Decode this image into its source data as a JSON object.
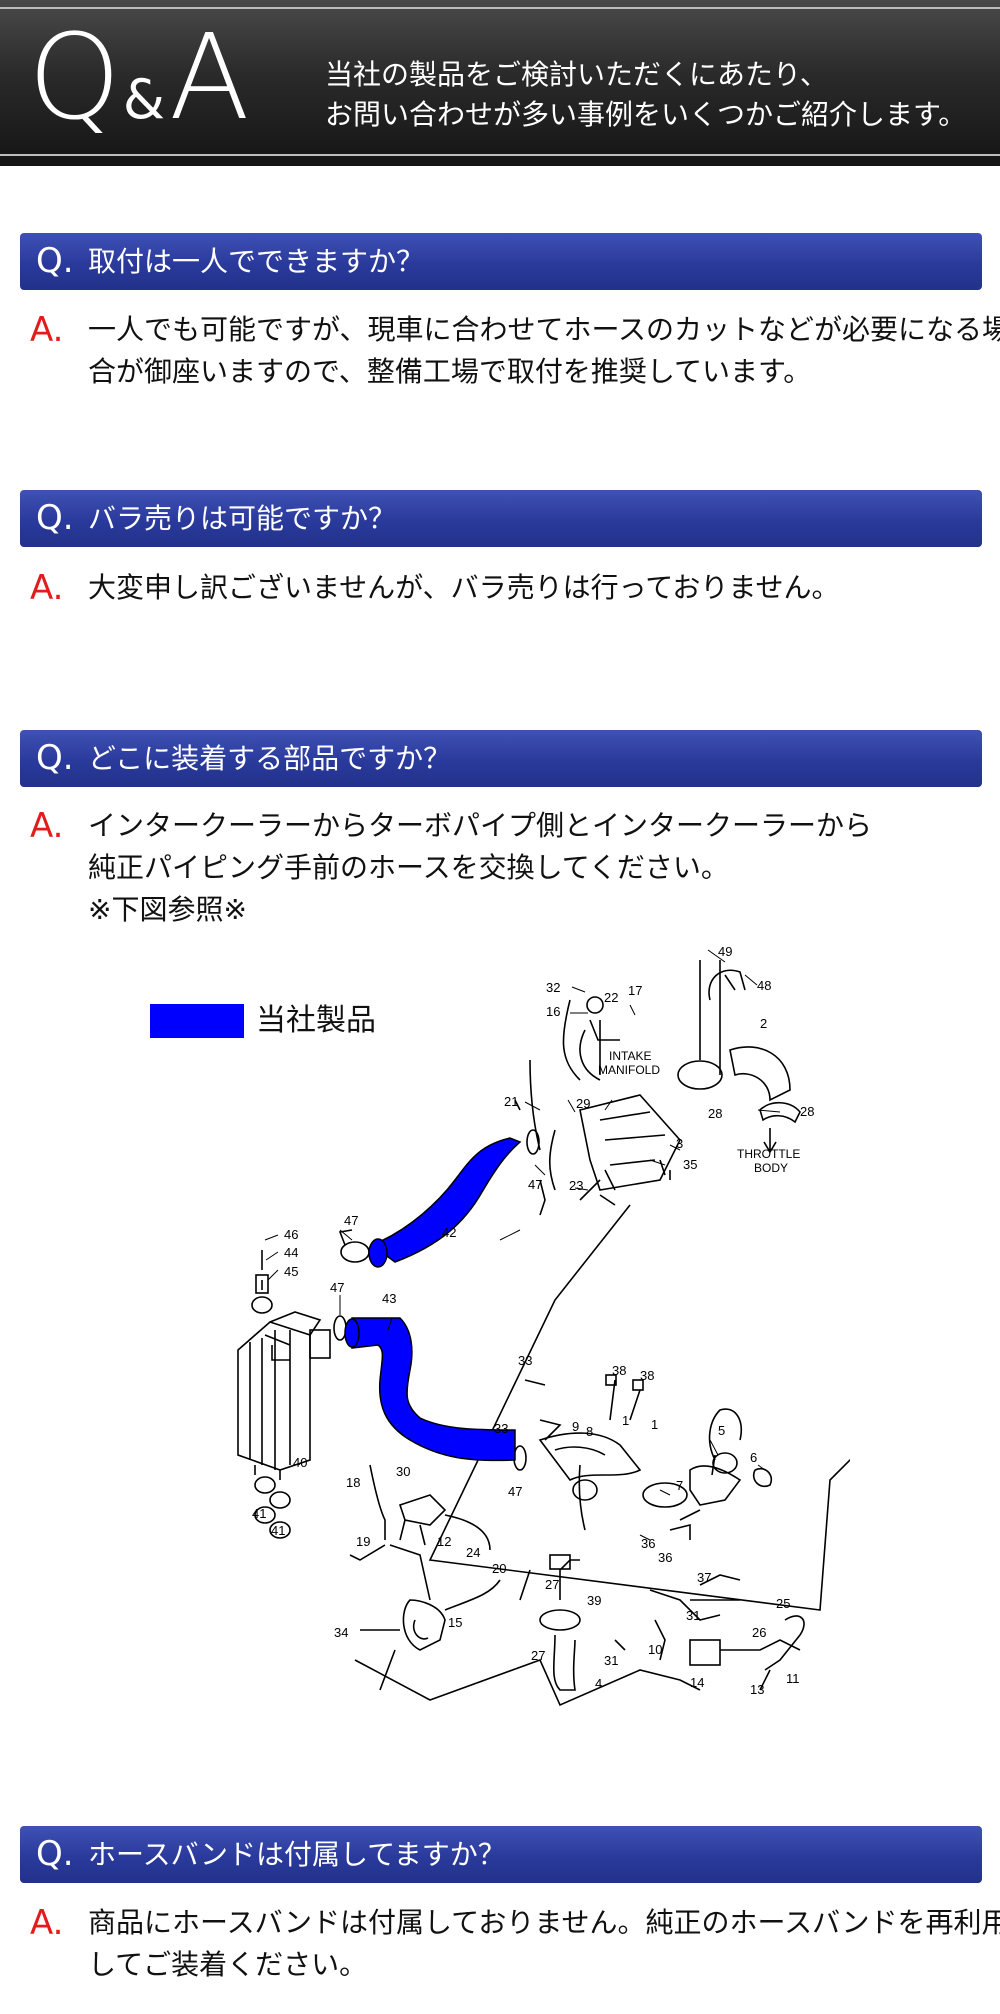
{
  "header": {
    "logo_q": "Q",
    "logo_amp": "&",
    "logo_a": "A",
    "intro_line1": "当社の製品をご検討いただくにあたり、",
    "intro_line2": "お問い合わせが多い事例をいくつかご紹介します。"
  },
  "colors": {
    "header_bg": "#2a2a2a",
    "question_bar": "#2a3a9c",
    "answer_mark": "#e21b1b",
    "product_blue": "#0000ff"
  },
  "qa": [
    {
      "q_mark": "Q.",
      "question": "取付は一人でできますか？",
      "a_mark": "A.",
      "answer": "一人でも可能ですが、現車に合わせてホースのカットなどが必要になる場合が御座いますので、整備工場で取付を推奨しています。"
    },
    {
      "q_mark": "Q.",
      "question": "バラ売りは可能ですか？",
      "a_mark": "A.",
      "answer": "大変申し訳ございませんが、バラ売りは行っておりません。"
    },
    {
      "q_mark": "Q.",
      "question": "どこに装着する部品ですか？",
      "a_mark": "A.",
      "answer_line1": "インタークーラーからターボパイプ側とインタークーラーから",
      "answer_line2": "純正パイピング手前のホースを交換してください。",
      "answer_line3": "※下図参照※"
    },
    {
      "q_mark": "Q.",
      "question": "ホースバンドは付属してますか？",
      "a_mark": "A.",
      "answer": "商品にホースバンドは付属しておりません。純正のホースバンドを再利用してご装着ください。"
    }
  ],
  "diagram": {
    "legend_label": "当社製品",
    "labels": {
      "intake_1": "INTAKE",
      "intake_2": "MANIFOLD",
      "throttle_1": "THROTTLE",
      "throttle_2": "BODY",
      "n49": "49",
      "n48": "48",
      "n32": "32",
      "n22": "22",
      "n17": "17",
      "n16": "16",
      "n2": "2",
      "n21": "21",
      "n29": "29",
      "n28a": "28",
      "n28b": "28",
      "n3": "3",
      "n35": "35",
      "n47a": "47",
      "n23": "23",
      "n42": "42",
      "n47b": "47",
      "n46": "46",
      "n44": "44",
      "n45": "45",
      "n47c": "47",
      "n43": "43",
      "n33a": "33",
      "n38a": "38",
      "n38b": "38",
      "n33b": "33",
      "n9": "9",
      "n8": "8",
      "n1a": "1",
      "n1b": "1",
      "n5": "5",
      "n6": "6",
      "n40": "40",
      "n41a": "41",
      "n41b": "41",
      "n18": "18",
      "n30": "30",
      "n47d": "47",
      "n7": "7",
      "n19": "19",
      "n12": "12",
      "n24": "24",
      "n20": "20",
      "n36a": "36",
      "n36b": "36",
      "n37": "37",
      "n27a": "27",
      "n39": "39",
      "n31a": "31",
      "n25": "25",
      "n34": "34",
      "n15": "15",
      "n27b": "27",
      "n31b": "31",
      "n10": "10",
      "n26": "26",
      "n4": "4",
      "n14": "14",
      "n13": "13",
      "n11": "11"
    }
  }
}
